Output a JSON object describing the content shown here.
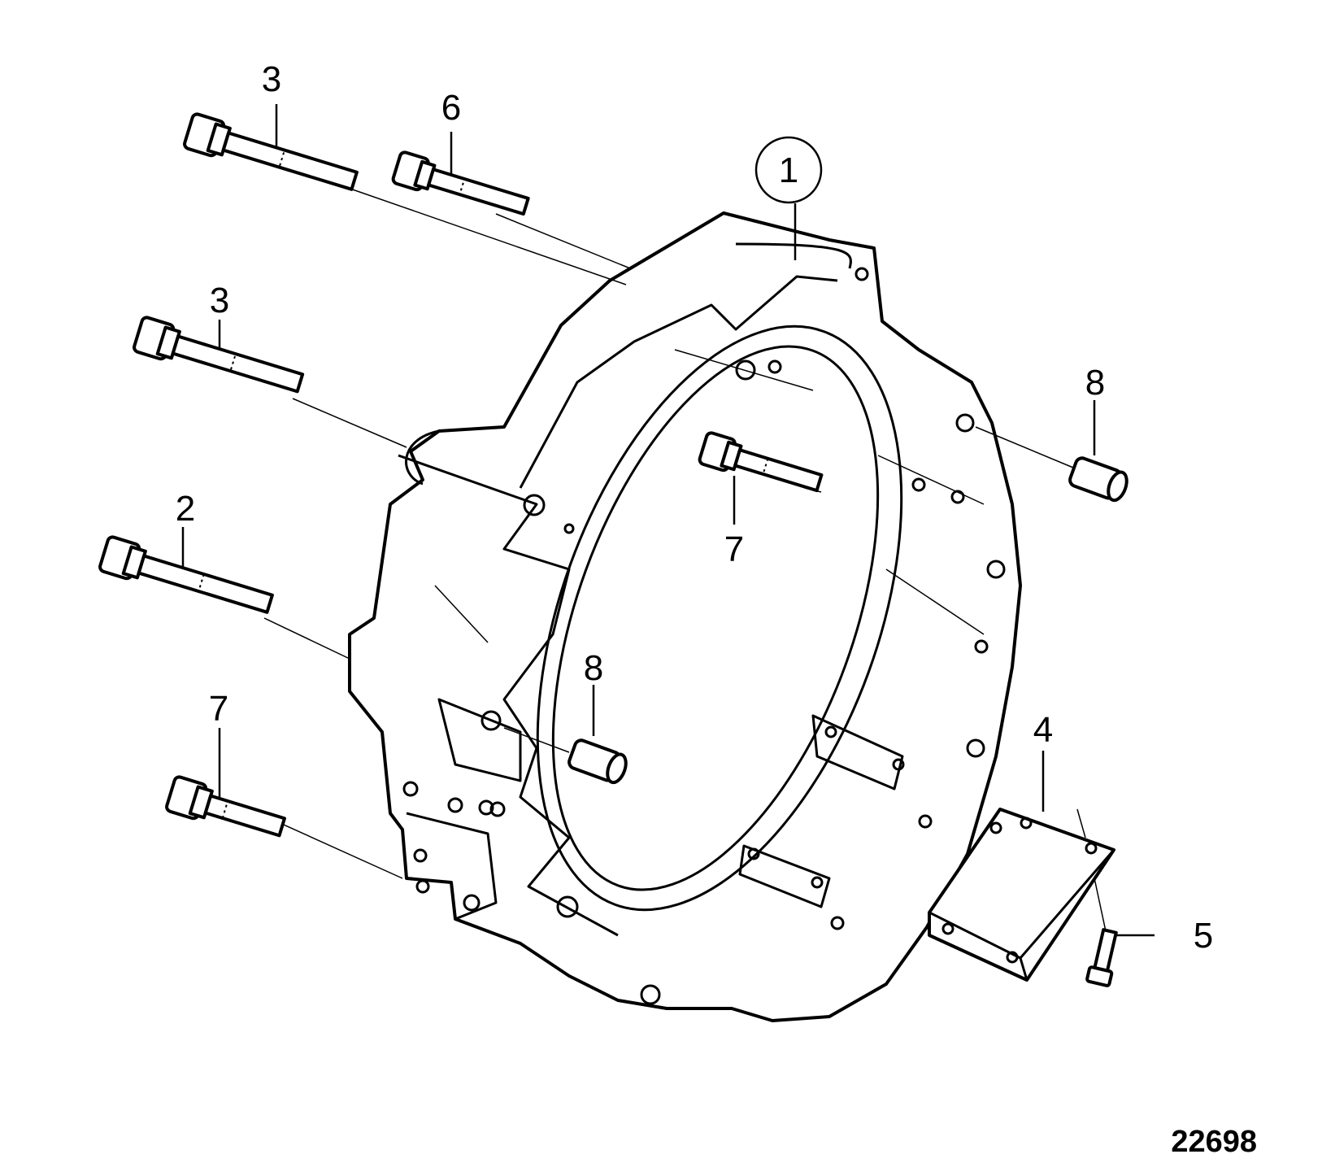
{
  "figure_number": "22698",
  "callouts": [
    {
      "id": "c-1",
      "text": "1",
      "circled": true
    },
    {
      "id": "c-2",
      "text": "2"
    },
    {
      "id": "c-3a",
      "text": "3"
    },
    {
      "id": "c-3b",
      "text": "3"
    },
    {
      "id": "c-4",
      "text": "4"
    },
    {
      "id": "c-5",
      "text": "5"
    },
    {
      "id": "c-6",
      "text": "6"
    },
    {
      "id": "c-7a",
      "text": "7"
    },
    {
      "id": "c-7b",
      "text": "7"
    },
    {
      "id": "c-8a",
      "text": "8"
    },
    {
      "id": "c-8b",
      "text": "8"
    }
  ]
}
